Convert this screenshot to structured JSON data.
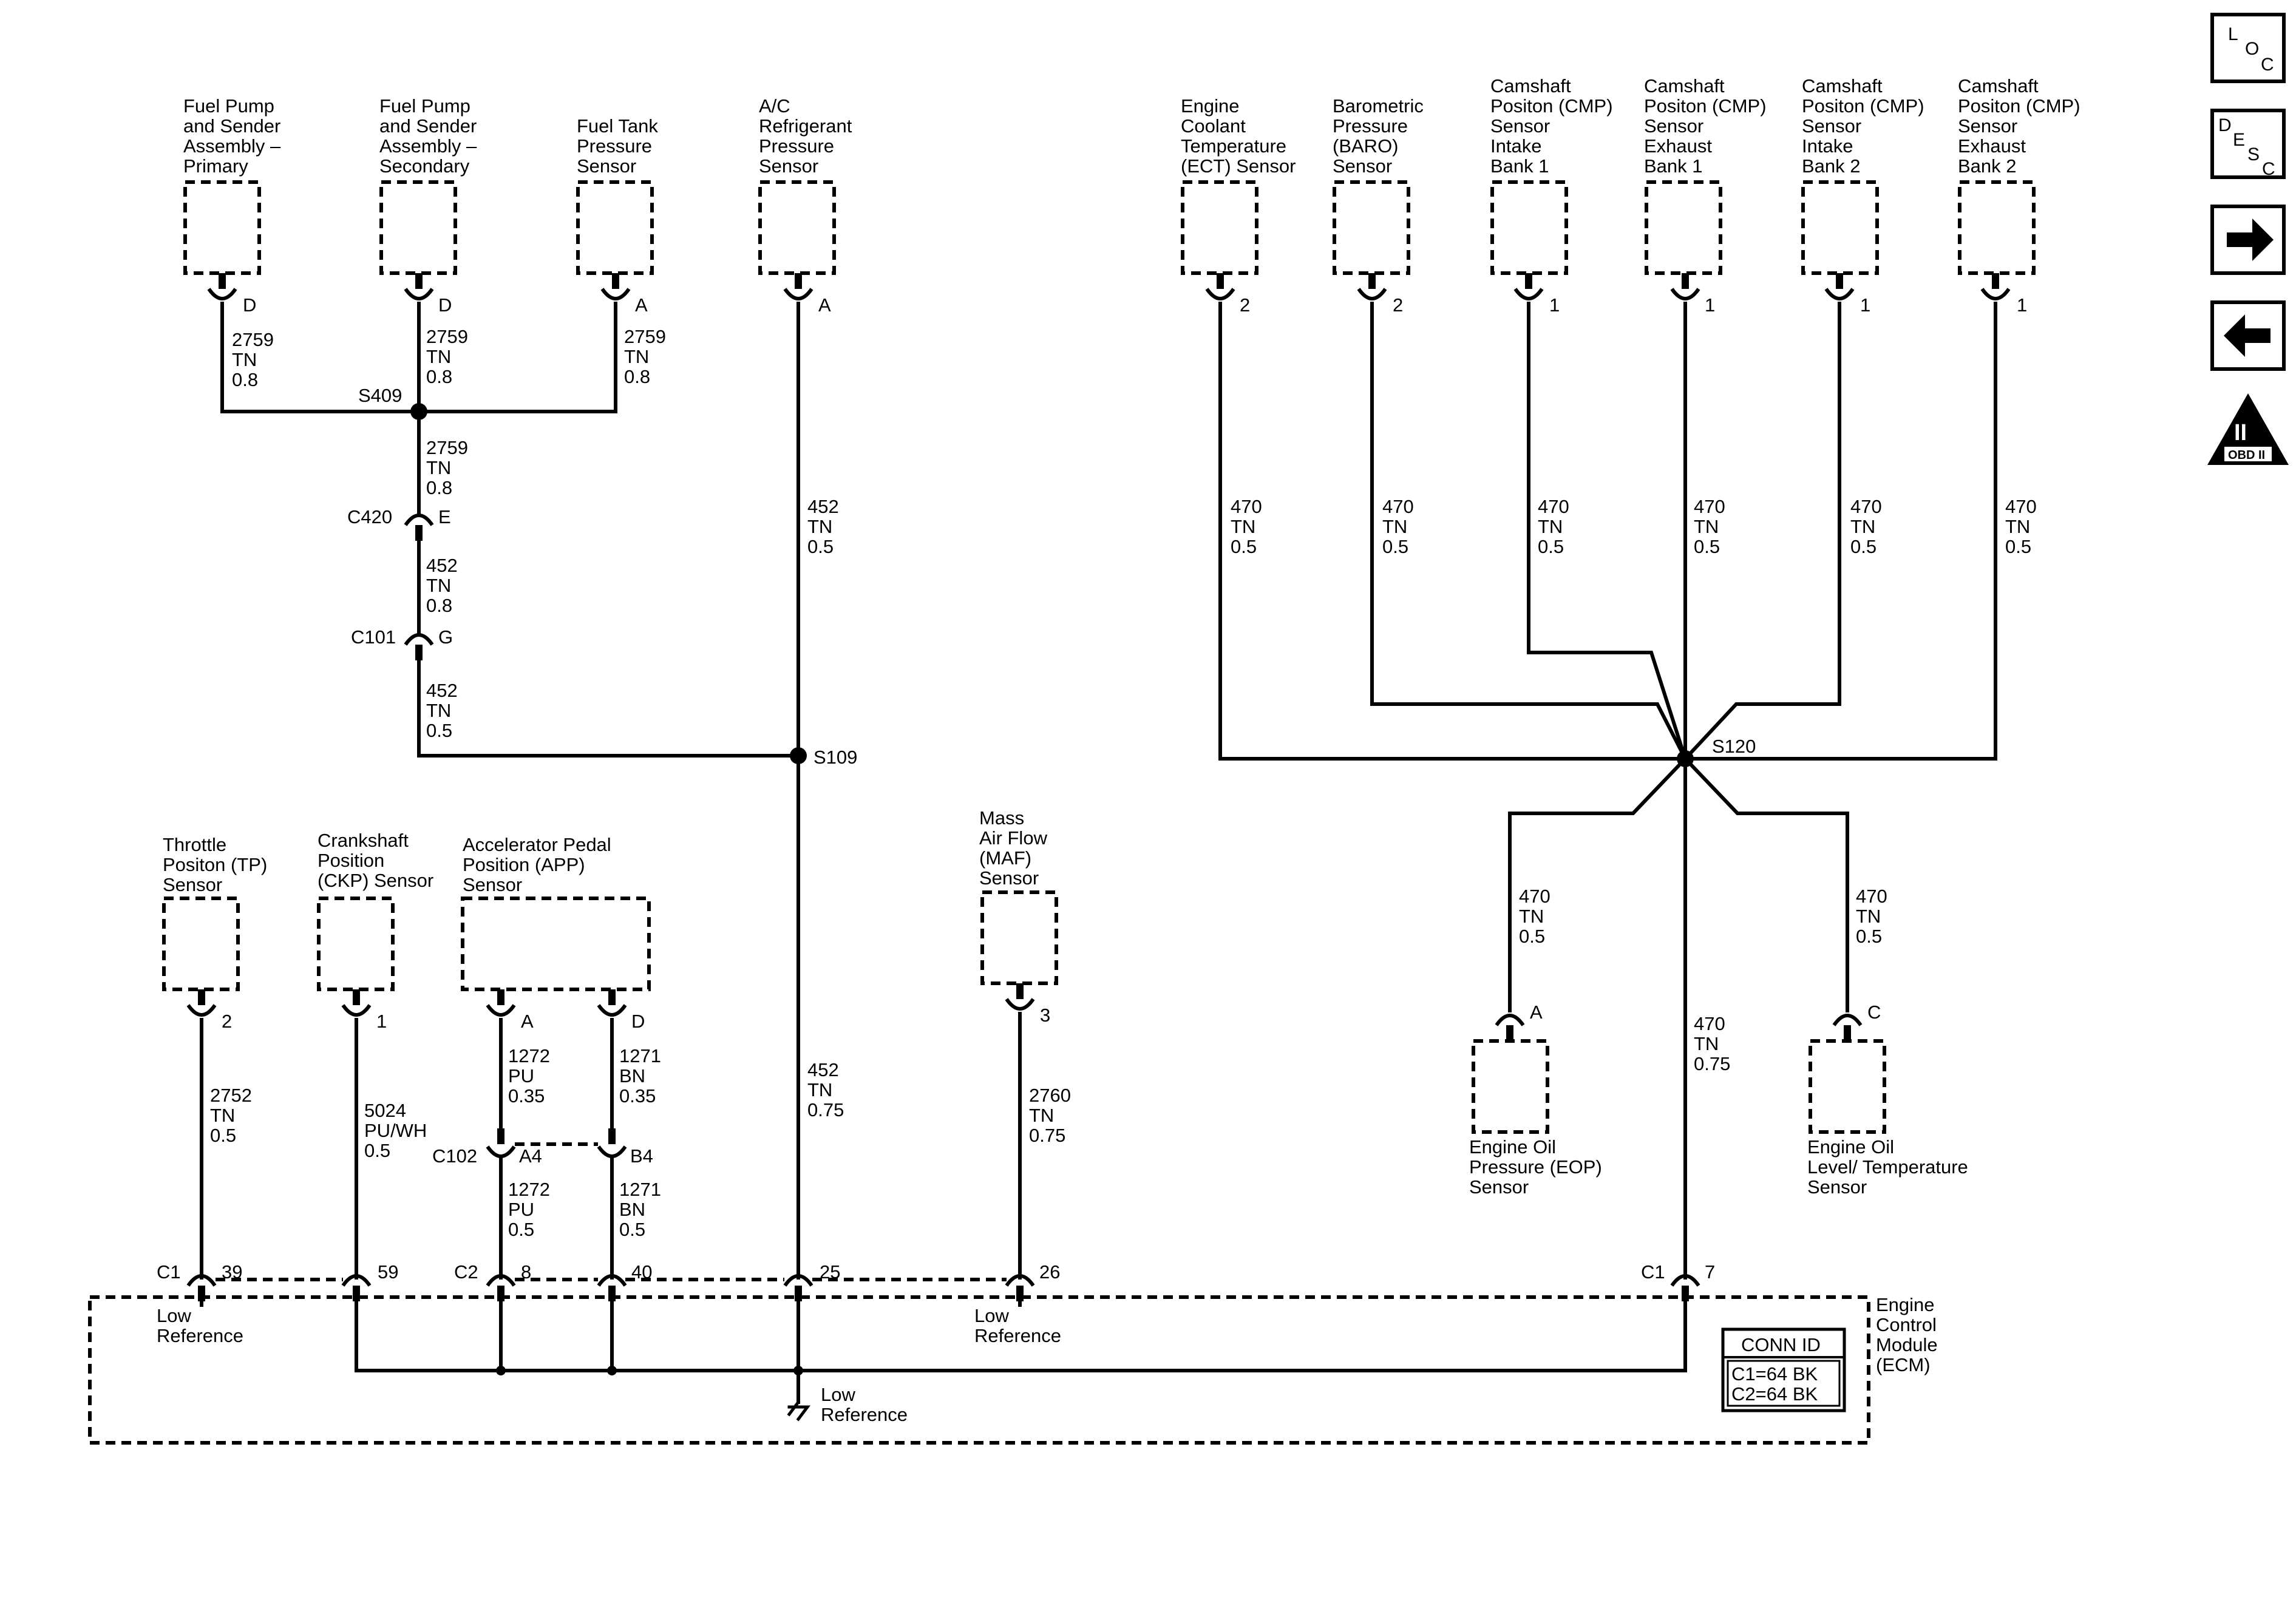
{
  "components": {
    "fuel_pump_primary": [
      "Fuel Pump",
      "and Sender",
      "Assembly –",
      "Primary"
    ],
    "fuel_pump_secondary": [
      "Fuel Pump",
      "and Sender",
      "Assembly –",
      "Secondary"
    ],
    "fuel_tank_pressure": [
      "Fuel Tank",
      "Pressure",
      "Sensor"
    ],
    "ac_refrigerant": [
      "A/C",
      "Refrigerant",
      "Pressure",
      "Sensor"
    ],
    "ect": [
      "Engine",
      "Coolant",
      "Temperature",
      "(ECT) Sensor"
    ],
    "baro": [
      "Barometric",
      "Pressure",
      "(BARO)",
      "Sensor"
    ],
    "cmp_intake_b1": [
      "Camshaft",
      "Positon (CMP)",
      "Sensor",
      "Intake",
      "Bank 1"
    ],
    "cmp_exhaust_b1": [
      "Camshaft",
      "Positon (CMP)",
      "Sensor",
      "Exhaust",
      "Bank 1"
    ],
    "cmp_intake_b2": [
      "Camshaft",
      "Positon (CMP)",
      "Sensor",
      "Intake",
      "Bank 2"
    ],
    "cmp_exhaust_b2": [
      "Camshaft",
      "Positon (CMP)",
      "Sensor",
      "Exhaust",
      "Bank 2"
    ],
    "tp": [
      "Throttle",
      "Positon (TP)",
      "Sensor"
    ],
    "ckp": [
      "Crankshaft",
      "Position",
      "(CKP) Sensor"
    ],
    "app": [
      "Accelerator Pedal",
      "Position (APP)",
      "Sensor"
    ],
    "maf": [
      "Mass",
      "Air Flow",
      "(MAF)",
      "Sensor"
    ],
    "eop": [
      "Engine Oil",
      "Pressure (EOP)",
      "Sensor"
    ],
    "eol": [
      "Engine Oil",
      "Level/ Temperature",
      "Sensor"
    ],
    "ecm": [
      "Engine",
      "Control",
      "Module",
      "(ECM)"
    ]
  },
  "pins": {
    "fp_primary": "D",
    "fp_secondary": "D",
    "fuel_tank": "A",
    "ac": "A",
    "ect": "2",
    "baro": "2",
    "cmp1": "1",
    "cmp2": "1",
    "cmp3": "1",
    "cmp4": "1",
    "tp": "2",
    "ckp": "1",
    "app_a": "A",
    "app_d": "D",
    "maf": "3",
    "eop": "A",
    "eol": "C",
    "c102_a4": "A4",
    "c102_b4": "B4",
    "c420": "E",
    "c101": "G",
    "ecm_39": "39",
    "ecm_59": "59",
    "ecm_8": "8",
    "ecm_40": "40",
    "ecm_25": "25",
    "ecm_26": "26",
    "ecm_7": "7"
  },
  "connectors": {
    "c420": "C420",
    "c101": "C101",
    "c102": "C102",
    "c1_left": "C1",
    "c2": "C2",
    "c1_right": "C1"
  },
  "splices": {
    "s409": "S409",
    "s109": "S109",
    "s120": "S120"
  },
  "wires": {
    "fp1": [
      "2759",
      "TN",
      "0.8"
    ],
    "fp2": [
      "2759",
      "TN",
      "0.8"
    ],
    "ftank": [
      "2759",
      "TN",
      "0.8"
    ],
    "s409_down": [
      "2759",
      "TN",
      "0.8"
    ],
    "c420_c101": [
      "452",
      "TN",
      "0.8"
    ],
    "c101_down": [
      "452",
      "TN",
      "0.5"
    ],
    "ac": [
      "452",
      "TN",
      "0.5"
    ],
    "s109_down": [
      "452",
      "TN",
      "0.75"
    ],
    "ect": [
      "470",
      "TN",
      "0.5"
    ],
    "baro": [
      "470",
      "TN",
      "0.5"
    ],
    "cmp1": [
      "470",
      "TN",
      "0.5"
    ],
    "cmp2": [
      "470",
      "TN",
      "0.5"
    ],
    "cmp3": [
      "470",
      "TN",
      "0.5"
    ],
    "cmp4": [
      "470",
      "TN",
      "0.5"
    ],
    "eop": [
      "470",
      "TN",
      "0.5"
    ],
    "eol": [
      "470",
      "TN",
      "0.5"
    ],
    "s120_down": [
      "470",
      "TN",
      "0.75"
    ],
    "tp": [
      "2752",
      "TN",
      "0.5"
    ],
    "ckp": [
      "5024",
      "PU/WH",
      "0.5"
    ],
    "app_a_upper": [
      "1272",
      "PU",
      "0.35"
    ],
    "app_d_upper": [
      "1271",
      "BN",
      "0.35"
    ],
    "app_a_lower": [
      "1272",
      "PU",
      "0.5"
    ],
    "app_d_lower": [
      "1271",
      "BN",
      "0.5"
    ],
    "maf": [
      "2760",
      "TN",
      "0.75"
    ]
  },
  "ecm_labels": {
    "low_ref_1": [
      "Low",
      "Reference"
    ],
    "low_ref_2": [
      "Low",
      "Reference"
    ],
    "low_ref_3": [
      "Low",
      "Reference"
    ],
    "conn_id_title": "CONN ID",
    "conn_id_lines": [
      "C1=64 BK",
      "C2=64 BK"
    ]
  },
  "nav": {
    "loc": [
      "L",
      "O",
      "C"
    ],
    "desc": [
      "D",
      "E",
      "S",
      "C"
    ],
    "obd_numeral": "II",
    "obd_text": "OBD II"
  }
}
